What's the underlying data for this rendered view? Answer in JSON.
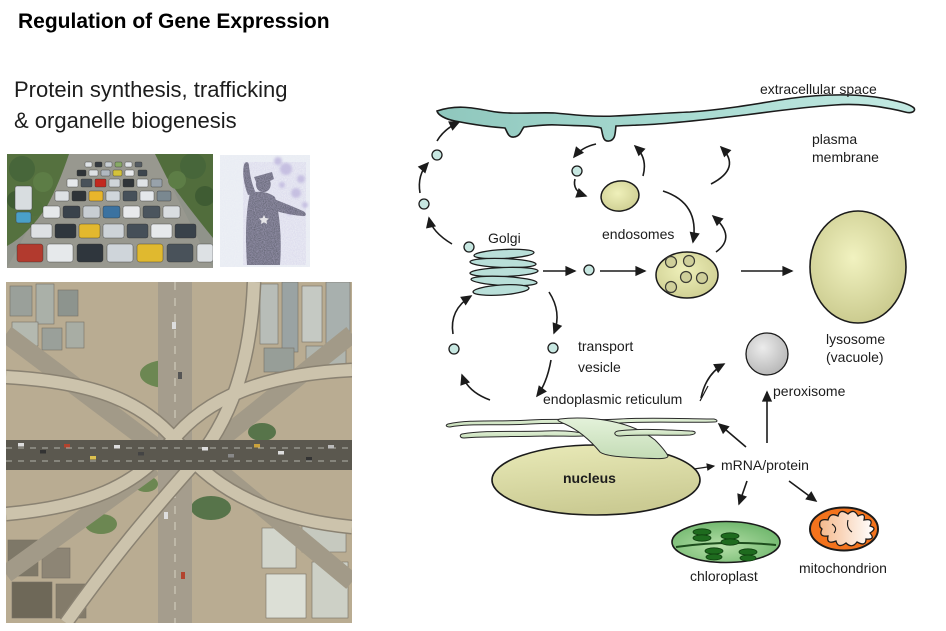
{
  "slide": {
    "title": "Regulation of Gene Expression",
    "subtitle_line1": "Protein synthesis, trafficking",
    "subtitle_line2": "& organelle biogenesis"
  },
  "diagram": {
    "labels": {
      "extracellular_space": "extracellular space",
      "plasma_membrane": "plasma membrane",
      "golgi": "Golgi",
      "endosomes": "endosomes",
      "transport_vesicle": "transport vesicle",
      "endoplasmic_reticulum": "endoplasmic reticulum",
      "lysosome": "lysosome (vacuole)",
      "peroxisome": "peroxisome",
      "mrna_protein": "mRNA/protein",
      "nucleus": "nucleus",
      "chloroplast": "chloroplast",
      "mitochondrion": "mitochondrion"
    },
    "colors": {
      "membrane_teal": "#aadcd4",
      "vesicle_teal": "#c7e7e1",
      "organelle_khaki": "#d9d99d",
      "er_green": "#d9ecd0",
      "peroxisome_gray": "#cccccc",
      "chloroplast_green": "#7cc57c",
      "thylakoid_green": "#1e6b1e",
      "mitochondrion_orange": "#f3731d",
      "outline": "#1b1b1b"
    }
  }
}
